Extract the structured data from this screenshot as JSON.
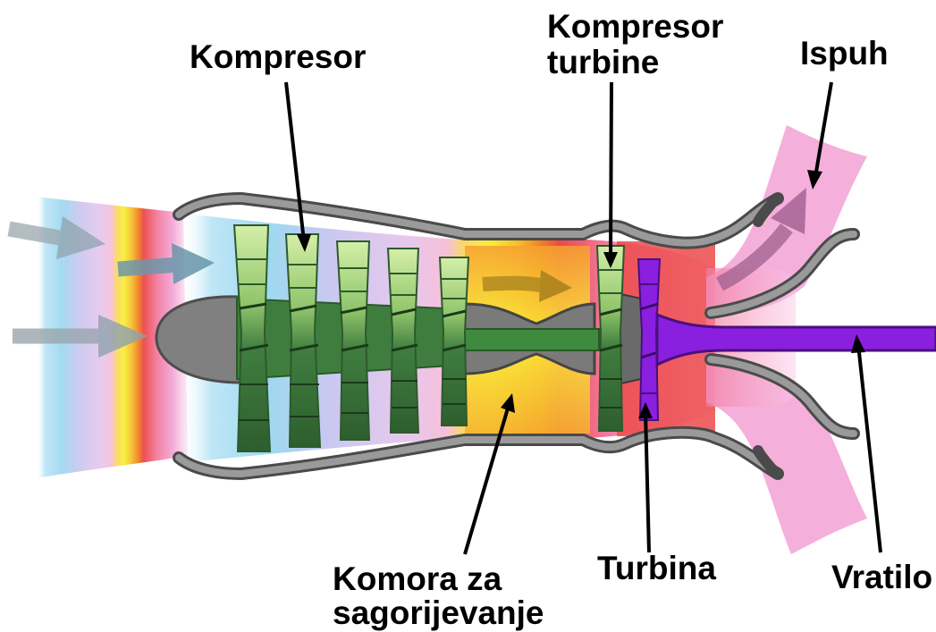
{
  "labels": {
    "compressor": "Kompresor",
    "turbine_compressor_line1": "Kompresor",
    "turbine_compressor_line2": "turbine",
    "exhaust": "Ispuh",
    "combustion_line1": "Komora za",
    "combustion_line2": "sagorijevanje",
    "turbine": "Turbina",
    "shaft": "Vratilo"
  },
  "colors": {
    "intake_air": "#9ed9f0",
    "compressor_stages": "#3b7a3b",
    "compressor_blade_tips": "#c8eaa0",
    "combustion": "#f7e83a",
    "hot_gas": "#e83a3a",
    "exhaust_plume": "#f4a6d7",
    "turbine_shaft": "#8a1fe0",
    "casing": "#6e6e6e"
  }
}
